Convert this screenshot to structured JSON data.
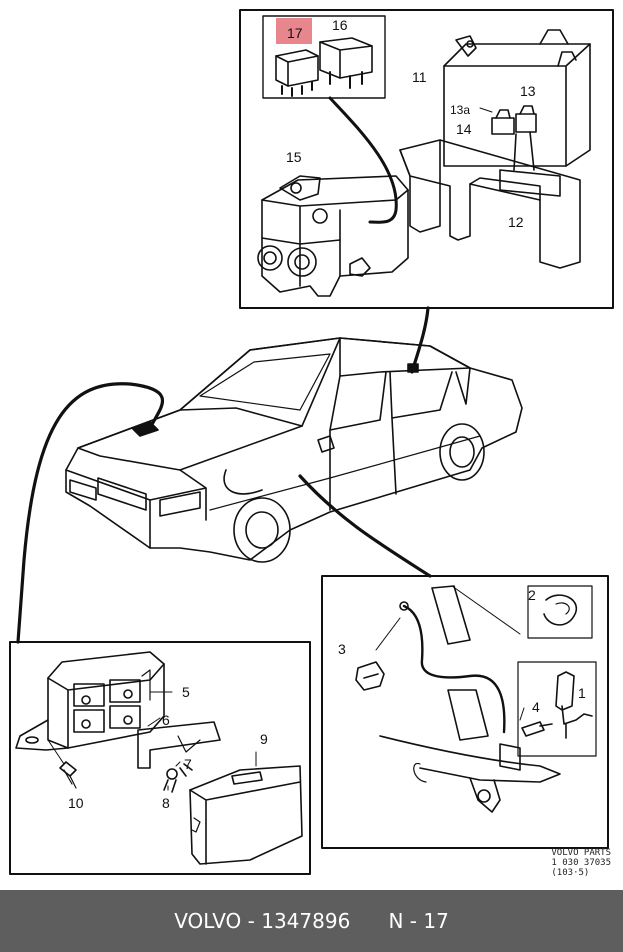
{
  "callouts": {
    "c1": "1",
    "c2": "2",
    "c3": "3",
    "c4": "4",
    "c5": "5",
    "c6": "6",
    "c7": "7",
    "c8": "8",
    "c9": "9",
    "c10": "10",
    "c11": "11",
    "c12": "12",
    "c13": "13",
    "c13a": "13a",
    "c14": "14",
    "c15": "15",
    "c16": "16",
    "c17": "17"
  },
  "highlight_color": "#e8868d",
  "footer_note": {
    "line1": "VOLVO PARTS",
    "line2": "1 030 37035",
    "line3": "(103·5)"
  },
  "caption": {
    "brand": "VOLVO",
    "part_number": "1347896",
    "position": "N - 17",
    "bar_color": "#5e5e5e"
  }
}
